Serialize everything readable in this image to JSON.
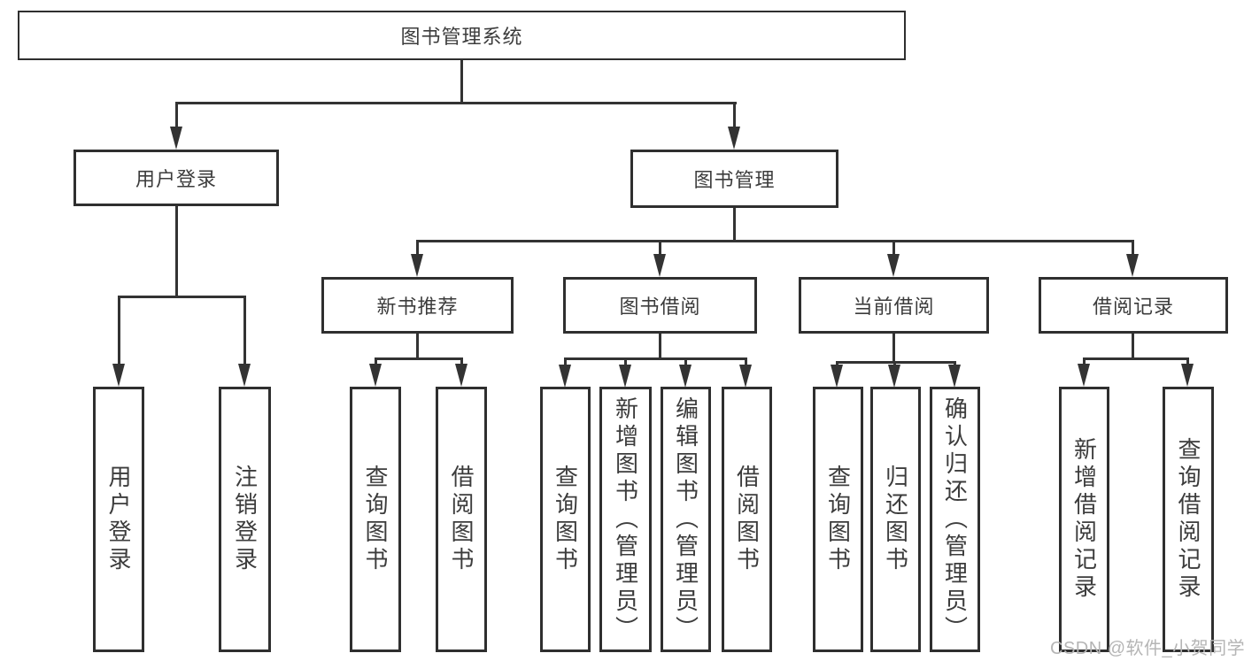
{
  "diagram": {
    "root": {
      "label": "图书管理系统"
    },
    "level2": [
      {
        "label": "用户登录"
      },
      {
        "label": "图书管理"
      }
    ],
    "level3": [
      {
        "label": "新书推荐"
      },
      {
        "label": "图书借阅"
      },
      {
        "label": "当前借阅"
      },
      {
        "label": "借阅记录"
      }
    ],
    "leaves": [
      {
        "label": "用户登录",
        "parent": "用户登录"
      },
      {
        "label": "注销登录",
        "parent": "用户登录"
      },
      {
        "label": "查询图书",
        "parent": "新书推荐"
      },
      {
        "label": "借阅图书",
        "parent": "新书推荐"
      },
      {
        "label": "查询图书",
        "parent": "图书借阅"
      },
      {
        "label": "新增图书（管理员）",
        "parent": "图书借阅"
      },
      {
        "label": "编辑图书（管理员）",
        "parent": "图书借阅"
      },
      {
        "label": "借阅图书",
        "parent": "图书借阅"
      },
      {
        "label": "查询图书",
        "parent": "当前借阅"
      },
      {
        "label": "归还图书",
        "parent": "当前借阅"
      },
      {
        "label": "确认归还（管理员）",
        "parent": "当前借阅"
      },
      {
        "label": "新增借阅记录",
        "parent": "借阅记录"
      },
      {
        "label": "查询借阅记录",
        "parent": "借阅记录"
      }
    ],
    "watermark": "CSDN @软件_小贺同学",
    "colors": {
      "line": "#333333",
      "border": "#2f2f2f",
      "text": "#3c3c3c",
      "watermark": "#b5b5b5",
      "background": "#ffffff"
    }
  }
}
